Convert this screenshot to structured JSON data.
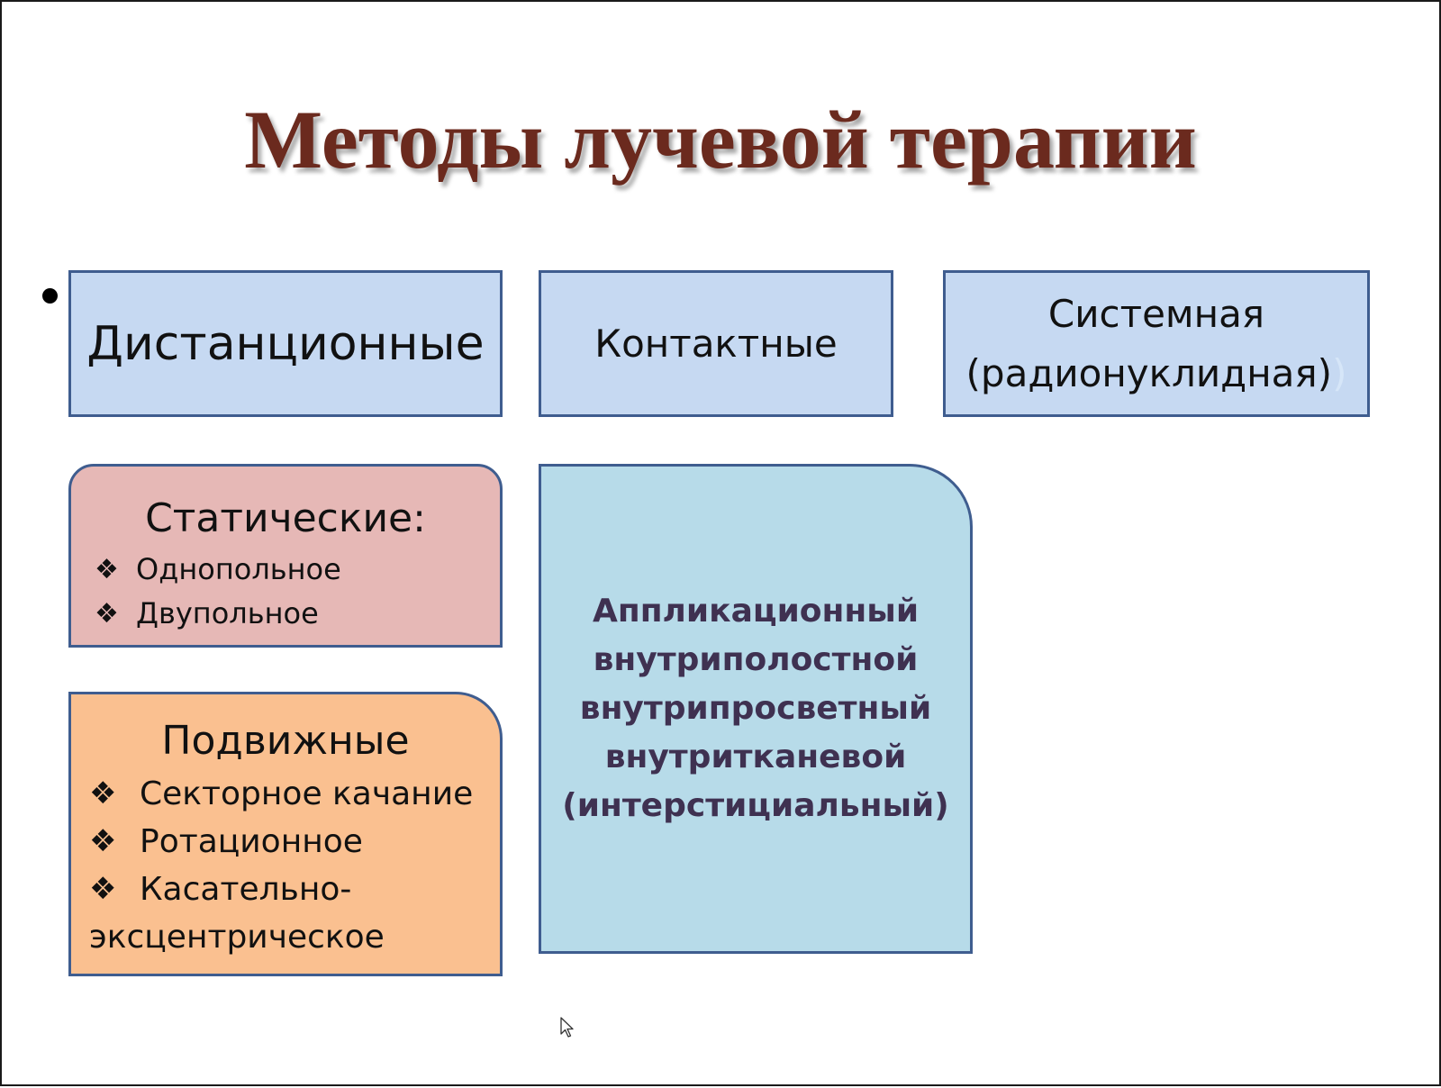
{
  "title": "Методы лучевой терапии",
  "top_row": {
    "distance": "Дистанционные",
    "contact": "Контактные",
    "system_line1": "Системная",
    "system_line2": "(радионуклидная)",
    "system_extra": ")"
  },
  "static_box": {
    "heading": "Статические:",
    "items": [
      "Однопольное",
      "Двупольное"
    ]
  },
  "moving_box": {
    "heading": "Подвижные",
    "items": [
      "Секторное качание",
      "Ротационное",
      "Касательно-"
    ],
    "continuation": "эксцентрическое"
  },
  "contact_box": {
    "lines": [
      "Аппликационный",
      "внутриполостной",
      "внутрипросветный",
      "внутритканевой",
      "(интерстициальный)"
    ]
  },
  "bullet_symbol": "❖",
  "colors": {
    "title": "#6b2a1e",
    "top_boxes": "#c6d9f2",
    "static_box": "#e6b8b6",
    "moving_box": "#fac090",
    "contact_box": "#b7dbe9",
    "border": "#3f5d8f"
  },
  "icons": {
    "bullet": "bullet-dot-icon",
    "cursor": "mouse-cursor-icon"
  }
}
